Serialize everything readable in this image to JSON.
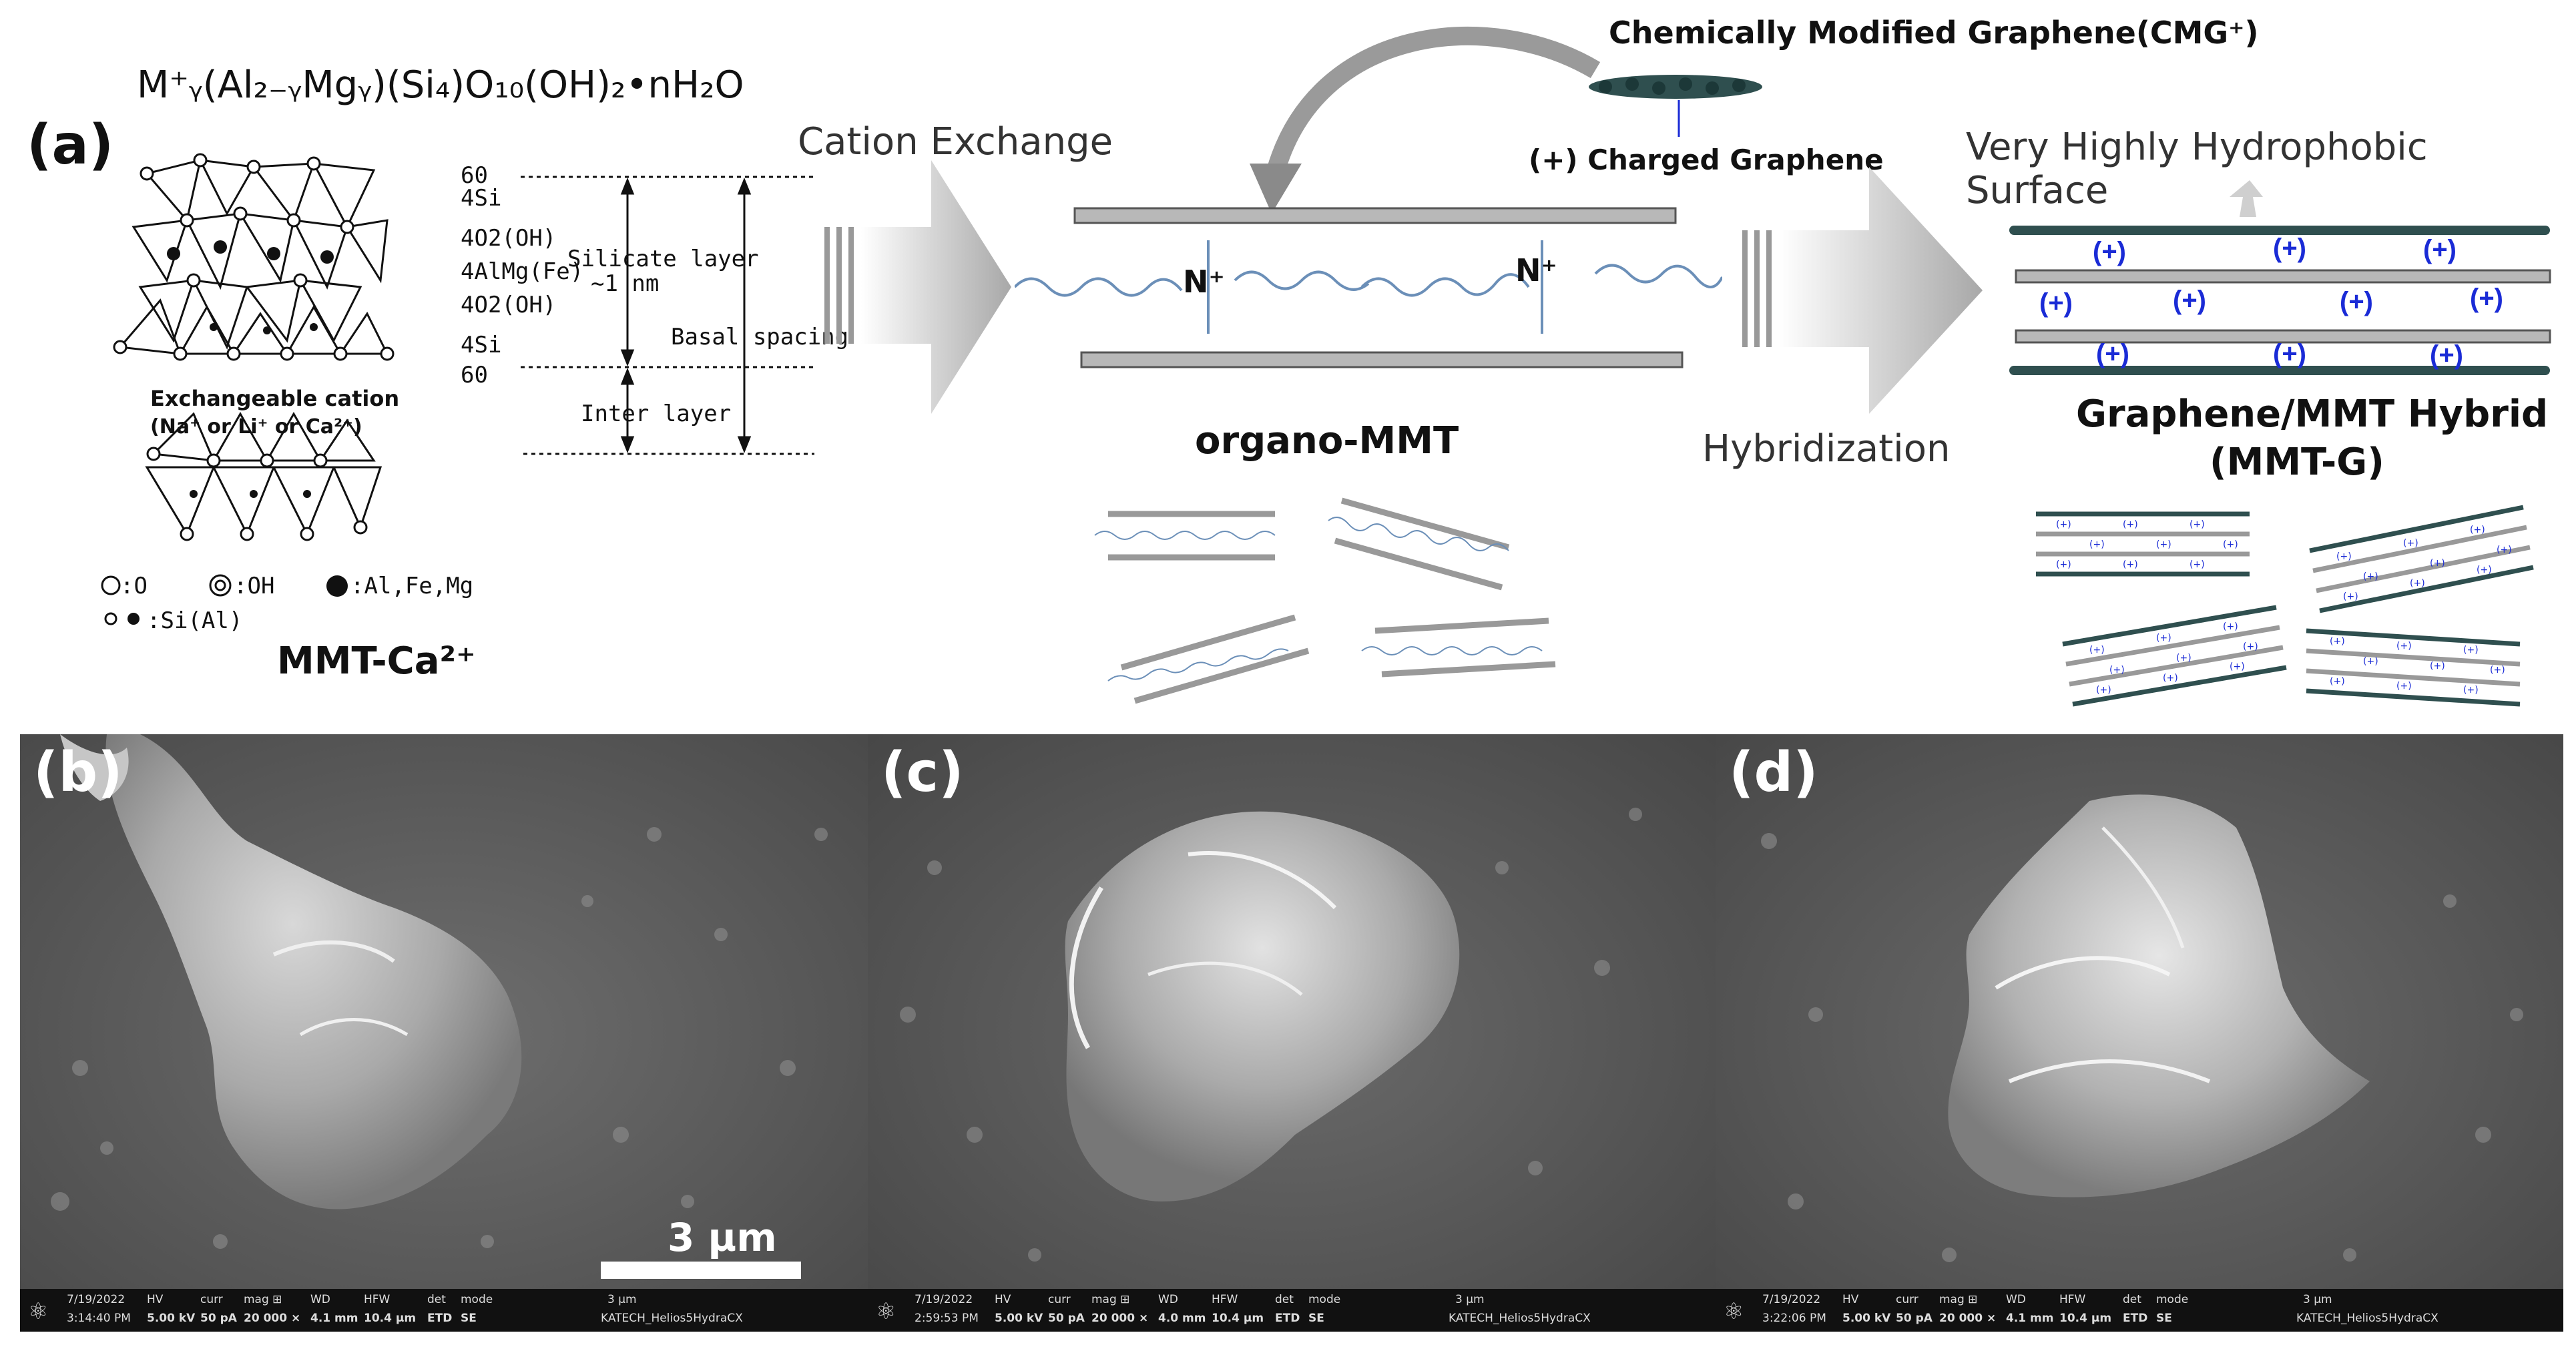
{
  "panel_a": {
    "label": "(a)",
    "formula": "M⁺ᵧ(Al₂₋ᵧMgᵧ)(Si₄)O₁₀(OH)₂•nH₂O",
    "layer_ticks": [
      "60",
      "4Si",
      "4O2(OH)",
      "4AlMg(Fe)",
      "4O2(OH)",
      "4Si",
      "60"
    ],
    "silicate_layer": "Silicate layer",
    "silicate_thickness": "~1 nm",
    "basal_spacing": "Basal spacing",
    "inter_layer": "Inter layer",
    "exchangeable_cation": "Exchangeable cation",
    "cation_types": "(Na⁺ or Li⁺ or Ca²⁺)",
    "legend_o": ":O",
    "legend_oh": ":OH",
    "legend_al": ":Al,Fe,Mg",
    "legend_si": ":Si(Al)",
    "mmt_name": "MMT-Ca²⁺",
    "step1": "Cation Exchange",
    "cmg_title": "Chemically Modified Graphene(CMG⁺)",
    "charged_graphene": "(+) Charged Graphene",
    "n_plus": "N⁺",
    "organo_mmt": "organo-MMT",
    "step2": "Hybridization",
    "hydrophobic": "Very Highly Hydrophobic Surface",
    "plus": "(+)",
    "hybrid_line1": "Graphene/MMT Hybrid",
    "hybrid_line2": "(MMT-G)"
  },
  "panels_sem": [
    {
      "label": "(b)",
      "date": "7/19/2022",
      "time": "3:14:40 PM",
      "hv": "5.00 kV",
      "curr": "50 pA",
      "mag": "20 000 ×",
      "wd": "4.1 mm",
      "hfw": "10.4 µm",
      "det": "ETD",
      "mode": "SE",
      "scale": "3 µm",
      "instrument": "KATECH_Helios5HydraCX"
    },
    {
      "label": "(c)",
      "date": "7/19/2022",
      "time": "2:59:53 PM",
      "hv": "5.00 kV",
      "curr": "50 pA",
      "mag": "20 000 ×",
      "wd": "4.0 mm",
      "hfw": "10.4 µm",
      "det": "ETD",
      "mode": "SE",
      "scale": "3 µm",
      "instrument": "KATECH_Helios5HydraCX"
    },
    {
      "label": "(d)",
      "date": "7/19/2022",
      "time": "3:22:06 PM",
      "hv": "5.00 kV",
      "curr": "50 pA",
      "mag": "20 000 ×",
      "wd": "4.1 mm",
      "hfw": "10.4 µm",
      "det": "ETD",
      "mode": "SE",
      "scale": "3 µm",
      "instrument": "KATECH_Helios5HydraCX"
    }
  ],
  "scalebar_label": "3 µm",
  "meta_headers": {
    "hv": "HV",
    "curr": "curr",
    "mag": "mag ⊞",
    "wd": "WD",
    "hfw": "HFW",
    "det": "det",
    "mode": "mode"
  },
  "colors": {
    "graphene": "#2f4f4f",
    "plus_blue": "#1a2bd6",
    "arrow_gray": "#b5b5b5"
  }
}
